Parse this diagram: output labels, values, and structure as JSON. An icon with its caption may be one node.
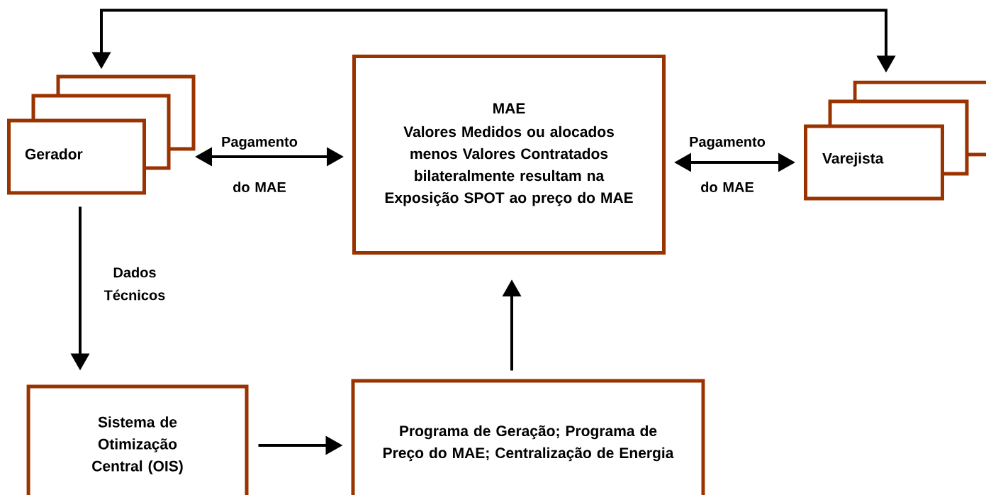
{
  "diagram": {
    "nodes": [
      {
        "text": [
          "Gerador"
        ]
      },
      {
        "text": [
          "MAE",
          "Valores Medidos ou alocados menos Valores Contratados bilateralmente resultam na Exposição SPOT ao preço do MAE"
        ]
      },
      {
        "text": [
          "Varejista"
        ]
      },
      {
        "text": [
          "Sistema de Otimização Central (OIS)"
        ]
      },
      {
        "text": [
          "Programa de Geração; Programa de Preço do MAE; Centralização de Energia"
        ]
      }
    ],
    "edges": [
      {
        "from": 0,
        "to": 2,
        "arrow": "both"
      },
      {
        "from": 0,
        "to": 1,
        "arrow": "both",
        "label": "Pagamento do MAE"
      },
      {
        "from": 1,
        "to": 2,
        "arrow": "both",
        "label": "Pagamento do MAE"
      },
      {
        "from": 0,
        "to": 3,
        "arrow": "to",
        "label": "Dados Técnicos"
      },
      {
        "from": 3,
        "to": 4,
        "arrow": "to"
      },
      {
        "from": 4,
        "to": 1,
        "arrow": "to"
      }
    ]
  }
}
